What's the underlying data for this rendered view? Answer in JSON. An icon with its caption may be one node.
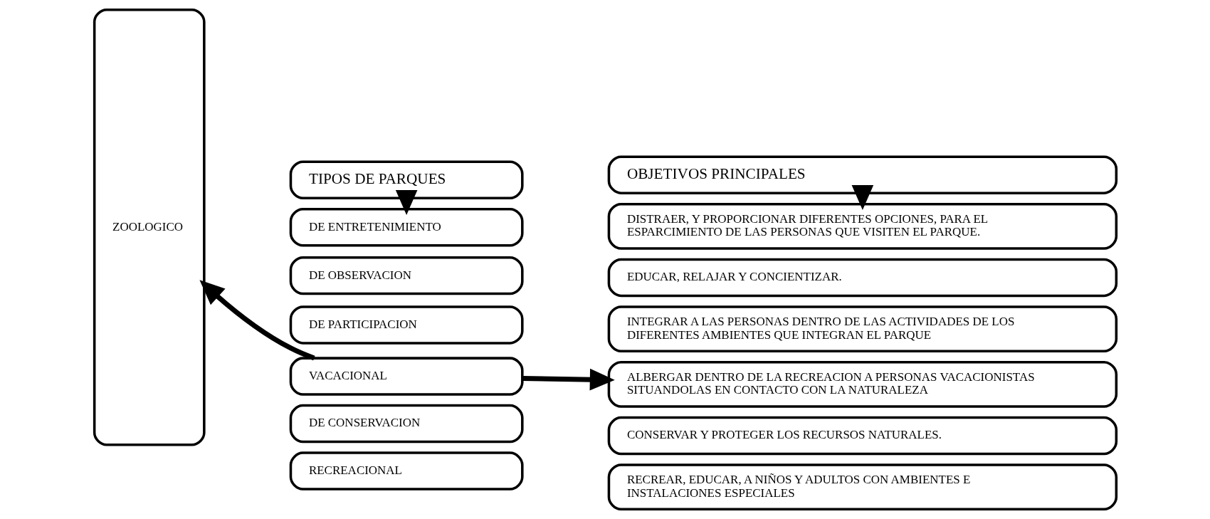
{
  "diagram": {
    "nodes": [
      {
        "text": [
          "TIPOS DE PARQUES"
        ]
      },
      {
        "text": [
          "OBJETIVOS PRINCIPALES"
        ]
      },
      {
        "text": [
          "ZOOLOGICO"
        ]
      },
      {
        "text": [
          "DE ENTRETENIMIENTO"
        ]
      },
      {
        "text": [
          "DE OBSERVACION"
        ]
      },
      {
        "text": [
          "DE PARTICIPACION"
        ]
      },
      {
        "text": [
          "VACACIONAL"
        ]
      },
      {
        "text": [
          "DE CONSERVACION"
        ]
      },
      {
        "text": [
          "RECREACIONAL"
        ]
      },
      {
        "text": [
          "DISTRAER, Y PROPORCIONAR DIFERENTES OPCIONES, PARA EL ESPARCIMIENTO DE LAS PERSONAS QUE VISITEN EL PARQUE."
        ]
      },
      {
        "text": [
          "EDUCAR, RELAJAR Y CONCIENTIZAR."
        ]
      },
      {
        "text": [
          "INTEGRAR A LAS PERSONAS DENTRO DE LAS ACTIVIDADES DE LOS DIFERENTES AMBIENTES QUE INTEGRAN EL PARQUE"
        ]
      },
      {
        "text": [
          "ALBERGAR DENTRO DE LA RECREACION A PERSONAS VACACIONISTAS SITUANDOLAS EN CONTACTO CON LA NATURALEZA"
        ]
      },
      {
        "text": [
          "CONSERVAR Y PROTEGER LOS RECURSOS NATURALES."
        ]
      },
      {
        "text": [
          "RECREAR, EDUCAR, A NIÑOS Y ADULTOS CON AMBIENTES E INSTALACIONES ESPECIALES"
        ]
      }
    ],
    "edges": [
      {
        "from": 0,
        "to": 3,
        "arrow": "to"
      },
      {
        "from": 1,
        "to": 9,
        "arrow": "to"
      },
      {
        "from": 6,
        "to": 2,
        "arrow": "to"
      },
      {
        "from": 6,
        "to": 12,
        "arrow": "to"
      }
    ]
  }
}
